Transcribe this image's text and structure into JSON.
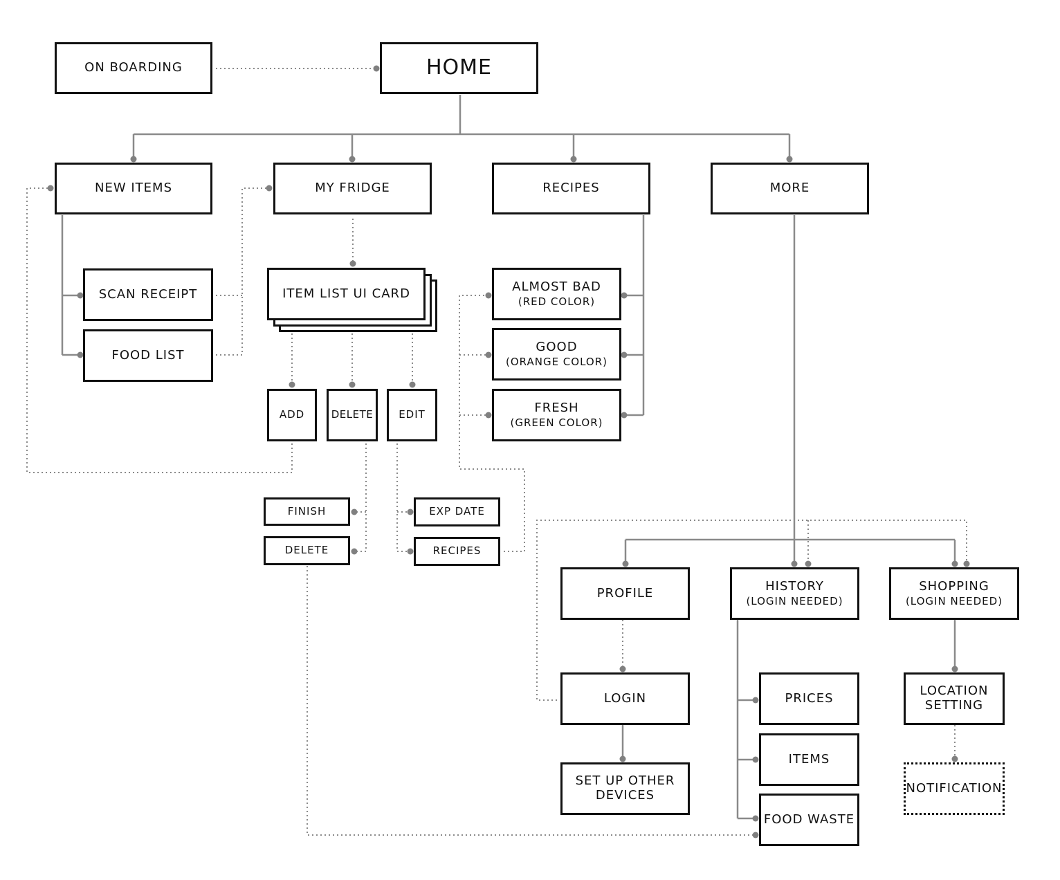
{
  "nodes": {
    "onboarding": {
      "label": "ON BOARDING"
    },
    "home": {
      "label": "HOME"
    },
    "new_items": {
      "label": "NEW ITEMS"
    },
    "my_fridge": {
      "label": "MY FRIDGE"
    },
    "recipes": {
      "label": "RECIPES"
    },
    "more": {
      "label": "MORE"
    },
    "scan_receipt": {
      "label": "SCAN RECEIPT"
    },
    "food_list": {
      "label": "FOOD LIST"
    },
    "item_list_card": {
      "label": "ITEM LIST UI CARD"
    },
    "add": {
      "label": "ADD"
    },
    "delete_action": {
      "label": "DELETE"
    },
    "edit": {
      "label": "EDIT"
    },
    "finish": {
      "label": "FINISH"
    },
    "delete_sub": {
      "label": "DELETE"
    },
    "exp_date": {
      "label": "EXP DATE"
    },
    "recipes_sub": {
      "label": "RECIPES"
    },
    "almost_bad": {
      "label": "ALMOST BAD",
      "sub": "(RED COLOR)"
    },
    "good": {
      "label": "GOOD",
      "sub": "(ORANGE COLOR)"
    },
    "fresh": {
      "label": "FRESH",
      "sub": "(GREEN COLOR)"
    },
    "profile": {
      "label": "PROFILE"
    },
    "history": {
      "label": "HISTORY",
      "sub": "(LOGIN NEEDED)"
    },
    "shopping": {
      "label": "SHOPPING",
      "sub": "(LOGIN NEEDED)"
    },
    "login": {
      "label": "LOGIN"
    },
    "setup_devices": {
      "line1": "SET UP OTHER",
      "line2": "DEVICES"
    },
    "prices": {
      "label": "PRICES"
    },
    "items": {
      "label": "ITEMS"
    },
    "food_waste": {
      "label": "FOOD WASTE"
    },
    "location_setting": {
      "line1": "LOCATION",
      "line2": "SETTING"
    },
    "notification": {
      "label": "NOTIFICATION"
    }
  },
  "colors": {
    "border": "#111111",
    "connector": "#8a8a8a",
    "dot": "#808080"
  }
}
